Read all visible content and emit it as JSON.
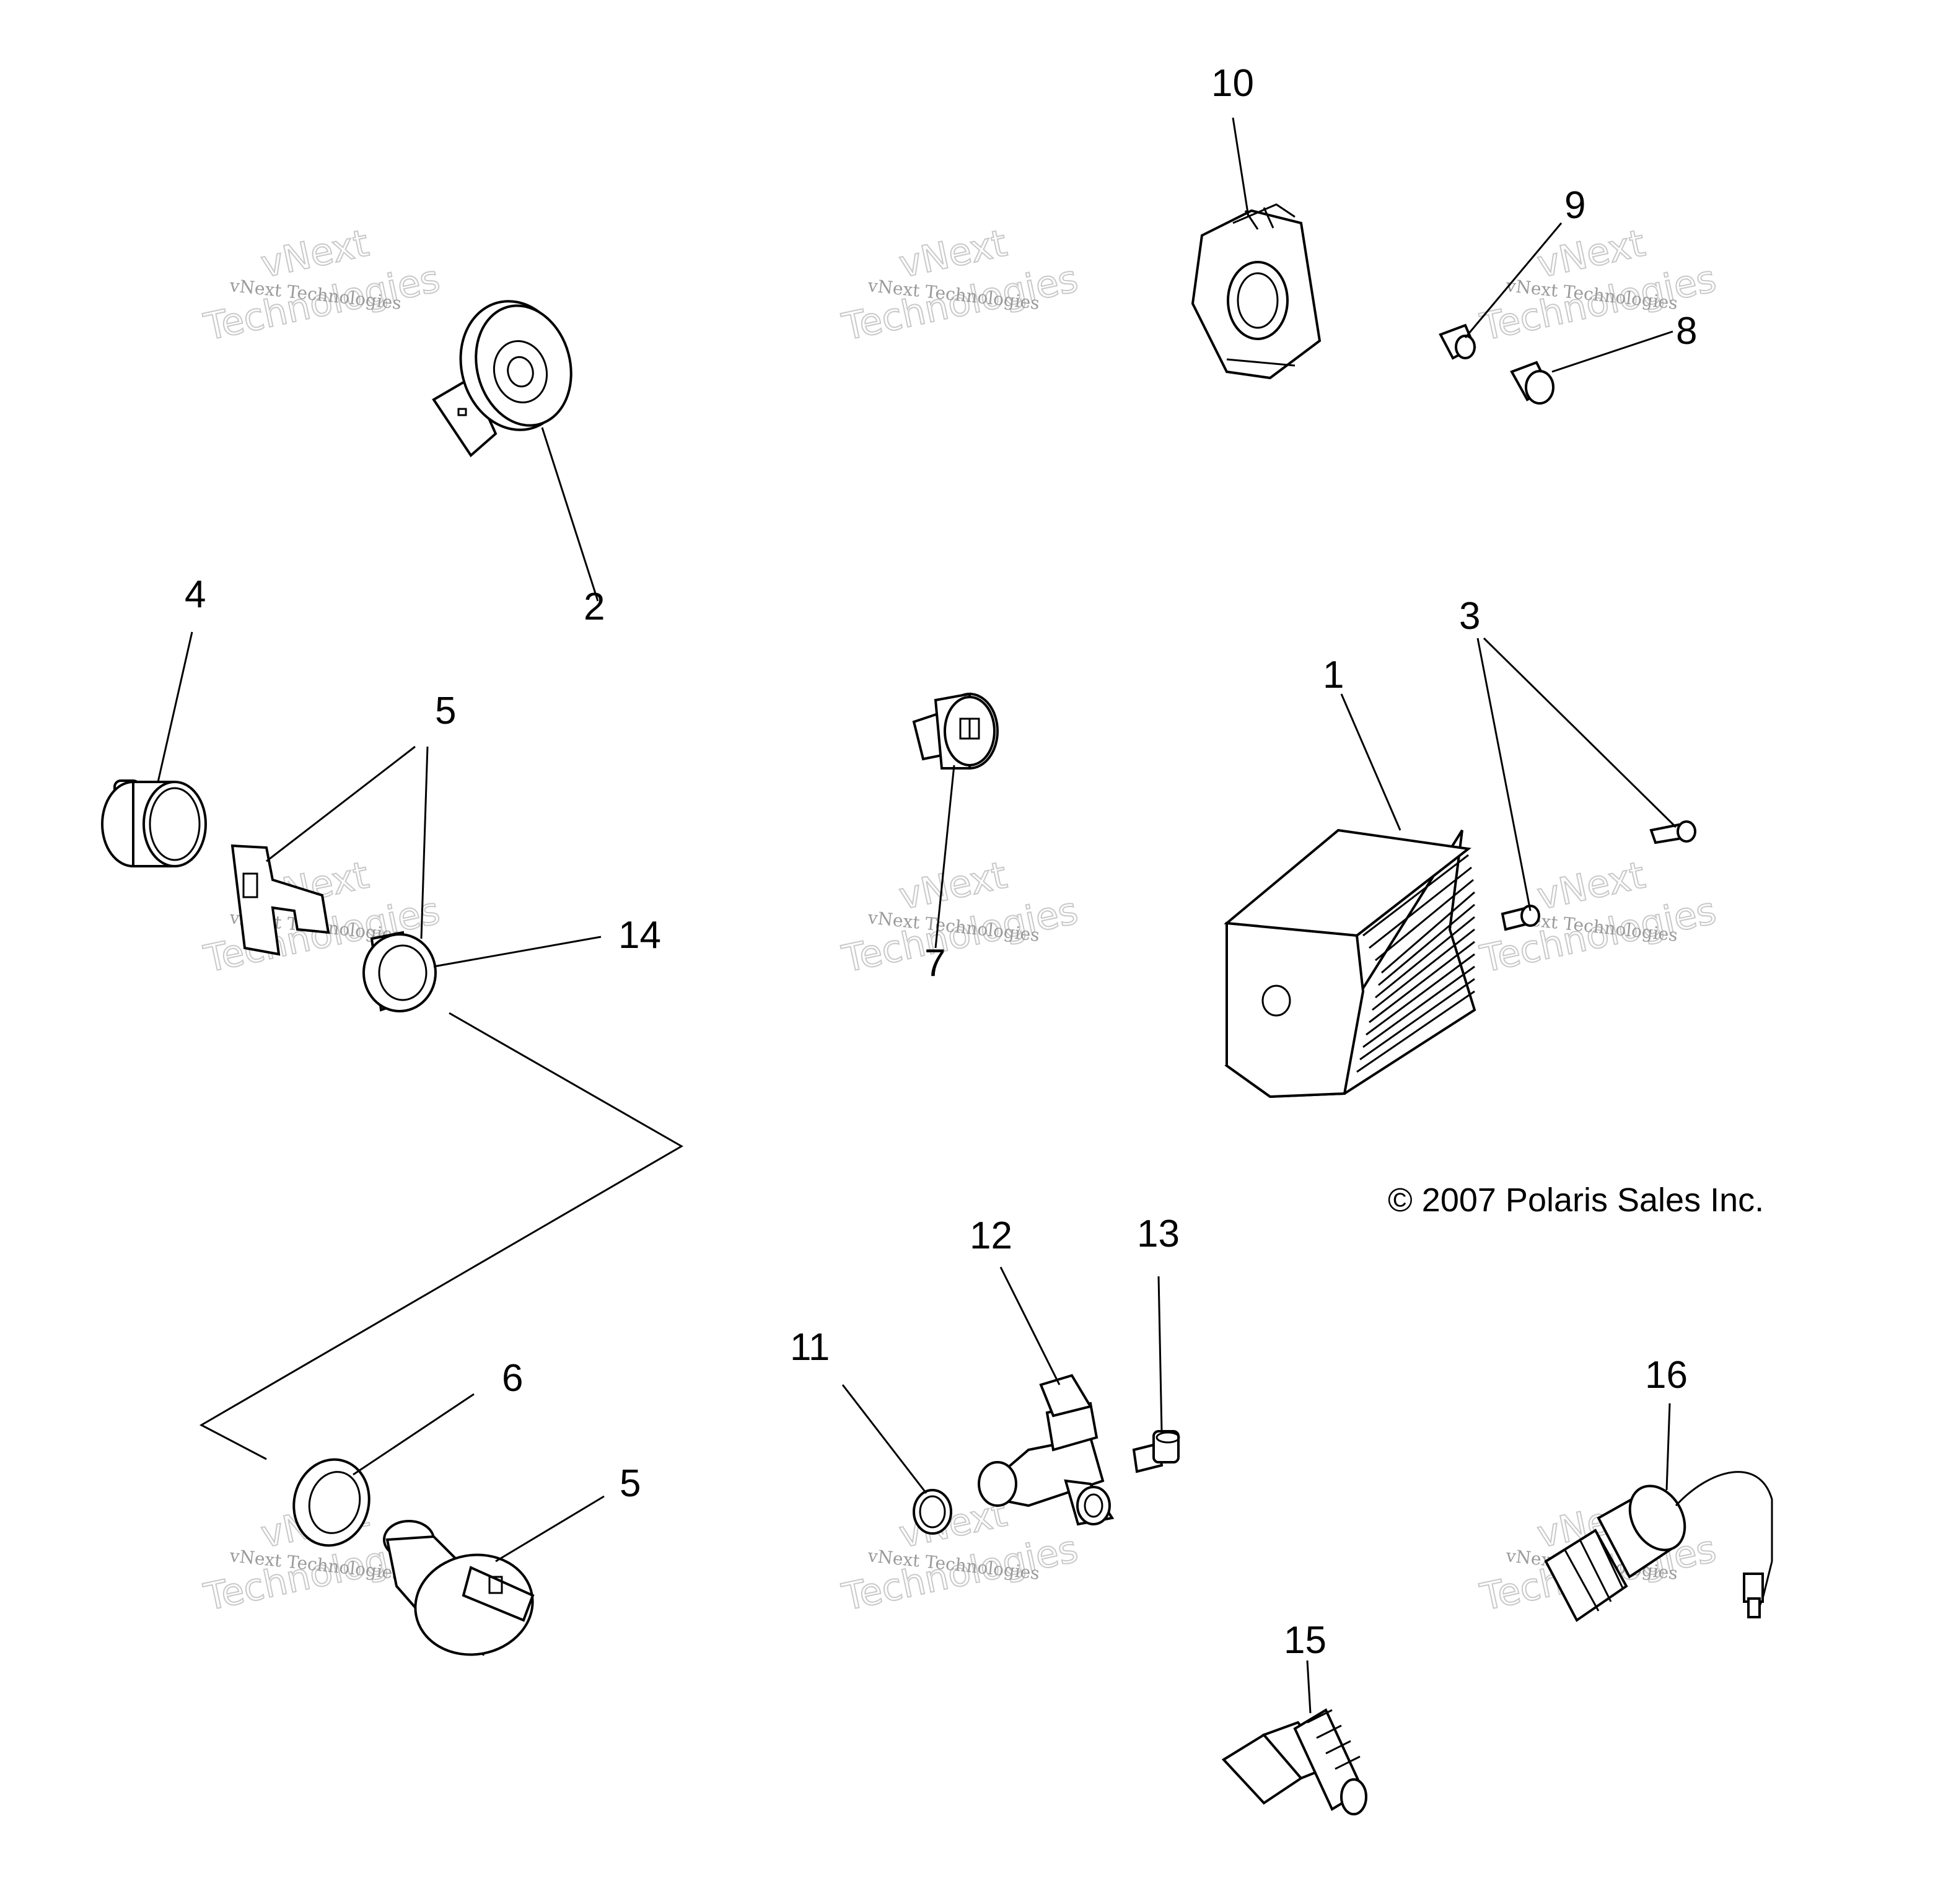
{
  "callouts": [
    {
      "id": "c1",
      "label": "1"
    },
    {
      "id": "c2",
      "label": "2"
    },
    {
      "id": "c3",
      "label": "3"
    },
    {
      "id": "c4",
      "label": "4"
    },
    {
      "id": "c5a",
      "label": "5"
    },
    {
      "id": "c5b",
      "label": "5"
    },
    {
      "id": "c6",
      "label": "6"
    },
    {
      "id": "c7",
      "label": "7"
    },
    {
      "id": "c8",
      "label": "8"
    },
    {
      "id": "c9",
      "label": "9"
    },
    {
      "id": "c10",
      "label": "10"
    },
    {
      "id": "c11",
      "label": "11"
    },
    {
      "id": "c12",
      "label": "12"
    },
    {
      "id": "c13",
      "label": "13"
    },
    {
      "id": "c14",
      "label": "14"
    },
    {
      "id": "c15",
      "label": "15"
    },
    {
      "id": "c16",
      "label": "16"
    }
  ],
  "copyright": "© 2007 Polaris Sales Inc.",
  "watermark": {
    "line1": "vNext Technologies",
    "line2": "vNext",
    "line3": "Technologies"
  }
}
